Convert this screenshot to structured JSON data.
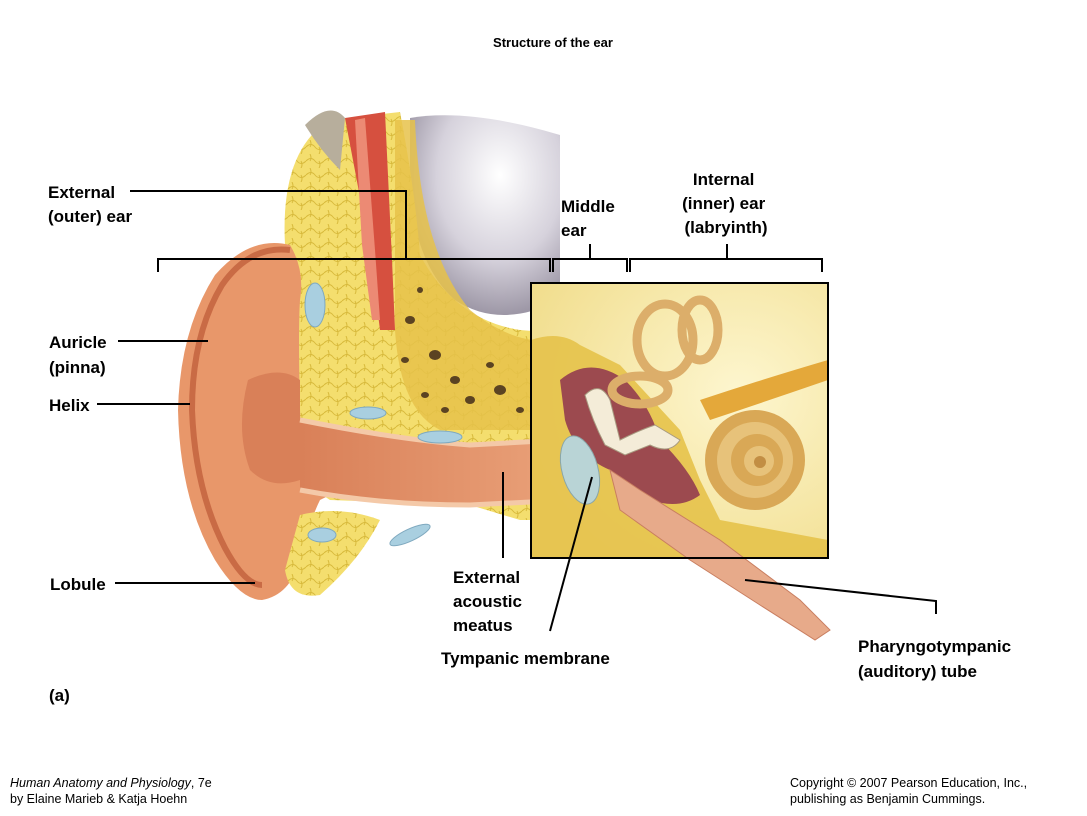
{
  "title": "Structure of the ear",
  "labels": {
    "external_ear": [
      "External",
      "(outer) ear"
    ],
    "middle_ear": [
      "Middle",
      "ear"
    ],
    "internal_ear": [
      "Internal",
      "(inner) ear",
      "(labryinth)"
    ],
    "auricle": [
      "Auricle",
      "(pinna)"
    ],
    "helix": "Helix",
    "lobule": "Lobule",
    "external_acoustic_meatus": [
      "External",
      "acoustic",
      "meatus"
    ],
    "tympanic_membrane": "Tympanic membrane",
    "pharyngotympanic_tube": [
      "Pharyngotympanic",
      "(auditory) tube"
    ],
    "panel": "(a)"
  },
  "footer": {
    "book_title": "Human Anatomy and Physiology",
    "edition": ", 7e",
    "authors": "by Elaine Marieb & Katja Hoehn",
    "copyright": "Copyright © 2007 Pearson Education, Inc.,",
    "publisher": "publishing as Benjamin Cummings."
  },
  "colors": {
    "skin": "#e8976a",
    "skin_dark": "#c96b45",
    "fat": "#f3dc6a",
    "bone": "#e8c247",
    "cartilage": "#a9cfe0",
    "muscle": "#d6503f",
    "cavity": "#9c4a4f",
    "cochlea": "#d9a856"
  }
}
